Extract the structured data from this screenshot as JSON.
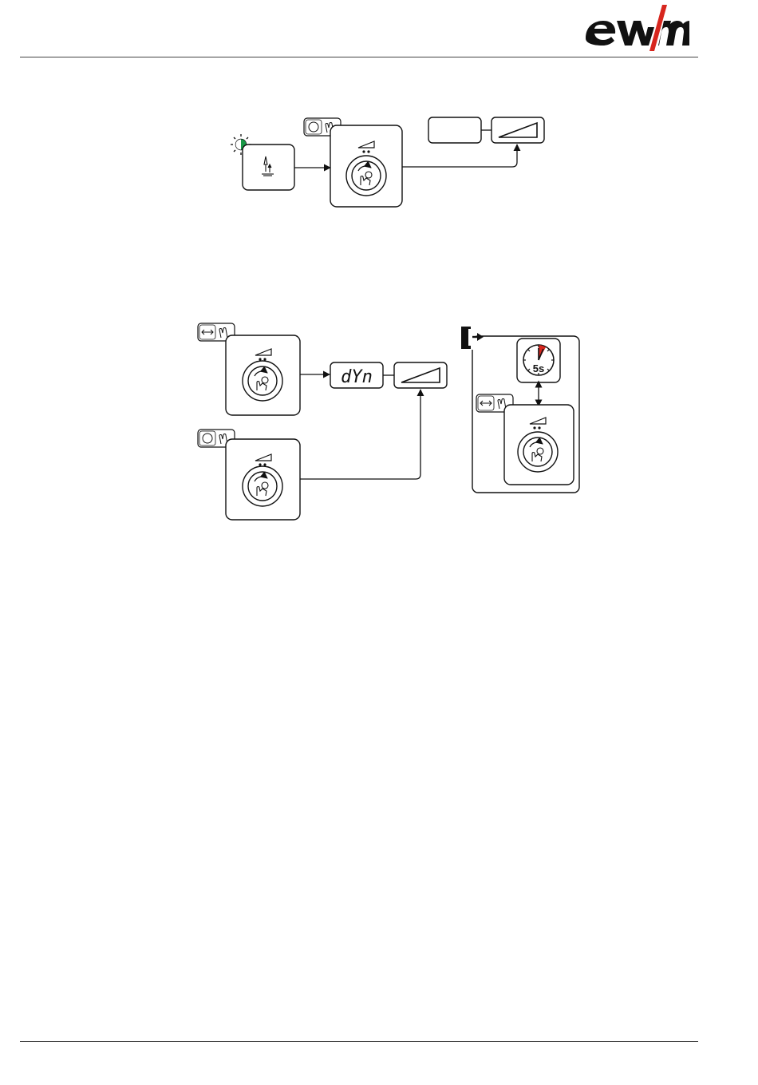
{
  "header": {
    "brand_logo": "ewm-logo"
  },
  "diagram_1": {
    "indicator_icon": "signal-lamp-green-icon",
    "process_icon": "tig-liftarc-icon",
    "button_icon": "rotate-press-button-icon",
    "knob_icon": "click-wheel-icon",
    "slope_icon": "slope-parameter-icon"
  },
  "diagram_2": {
    "button_icon_top": "push-button-icon",
    "button_icon_bottom": "rotate-press-button-icon",
    "display_value": "dYn",
    "exit_icon": "exit-door-icon",
    "timer_value": "5s"
  }
}
